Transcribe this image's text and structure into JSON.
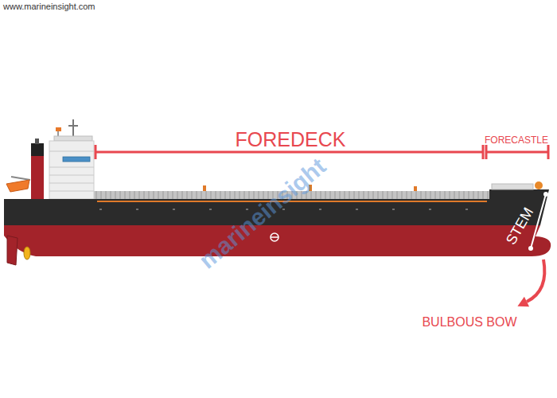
{
  "diagram": {
    "labels": [
      "www.marineinsight.com",
      "FOREDECK",
      "FORECASTLE",
      "STEM",
      "BULBOUS BOW",
      "marineinsight"
    ]
  }
}
